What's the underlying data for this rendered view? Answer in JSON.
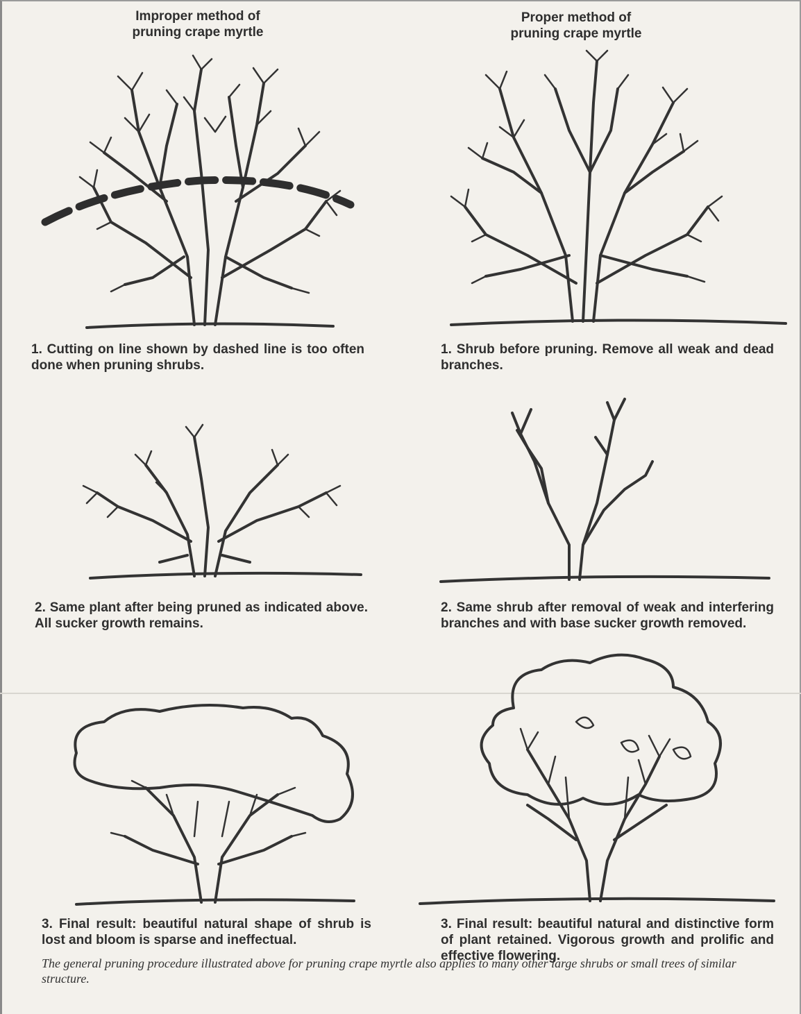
{
  "columns": {
    "left": {
      "title_line1": "Improper method of",
      "title_line2": "pruning crape myrtle"
    },
    "right": {
      "title_line1": "Proper method of",
      "title_line2": "pruning crape myrtle"
    }
  },
  "captions": {
    "left_1": "1. Cutting on line shown by dashed line is too often done when pruning shrubs.",
    "right_1": "1. Shrub before pruning. Remove all weak and dead branches.",
    "left_2": "2. Same plant after being pruned as indicated above. All sucker growth remains.",
    "right_2": "2. Same shrub after removal of weak and interfering branches and with base sucker growth removed.",
    "left_3": "3. Final result: beautiful natural shape of shrub is lost and bloom is sparse and ineffectual.",
    "right_3": "3. Final result: beautiful natural and distinctive form of plant retained. Vigorous growth and prolific and effective flowering."
  },
  "footer": "The general pruning procedure illustrated above for pruning crape myrtle also applies to many other large shrubs or small trees of similar structure."
}
